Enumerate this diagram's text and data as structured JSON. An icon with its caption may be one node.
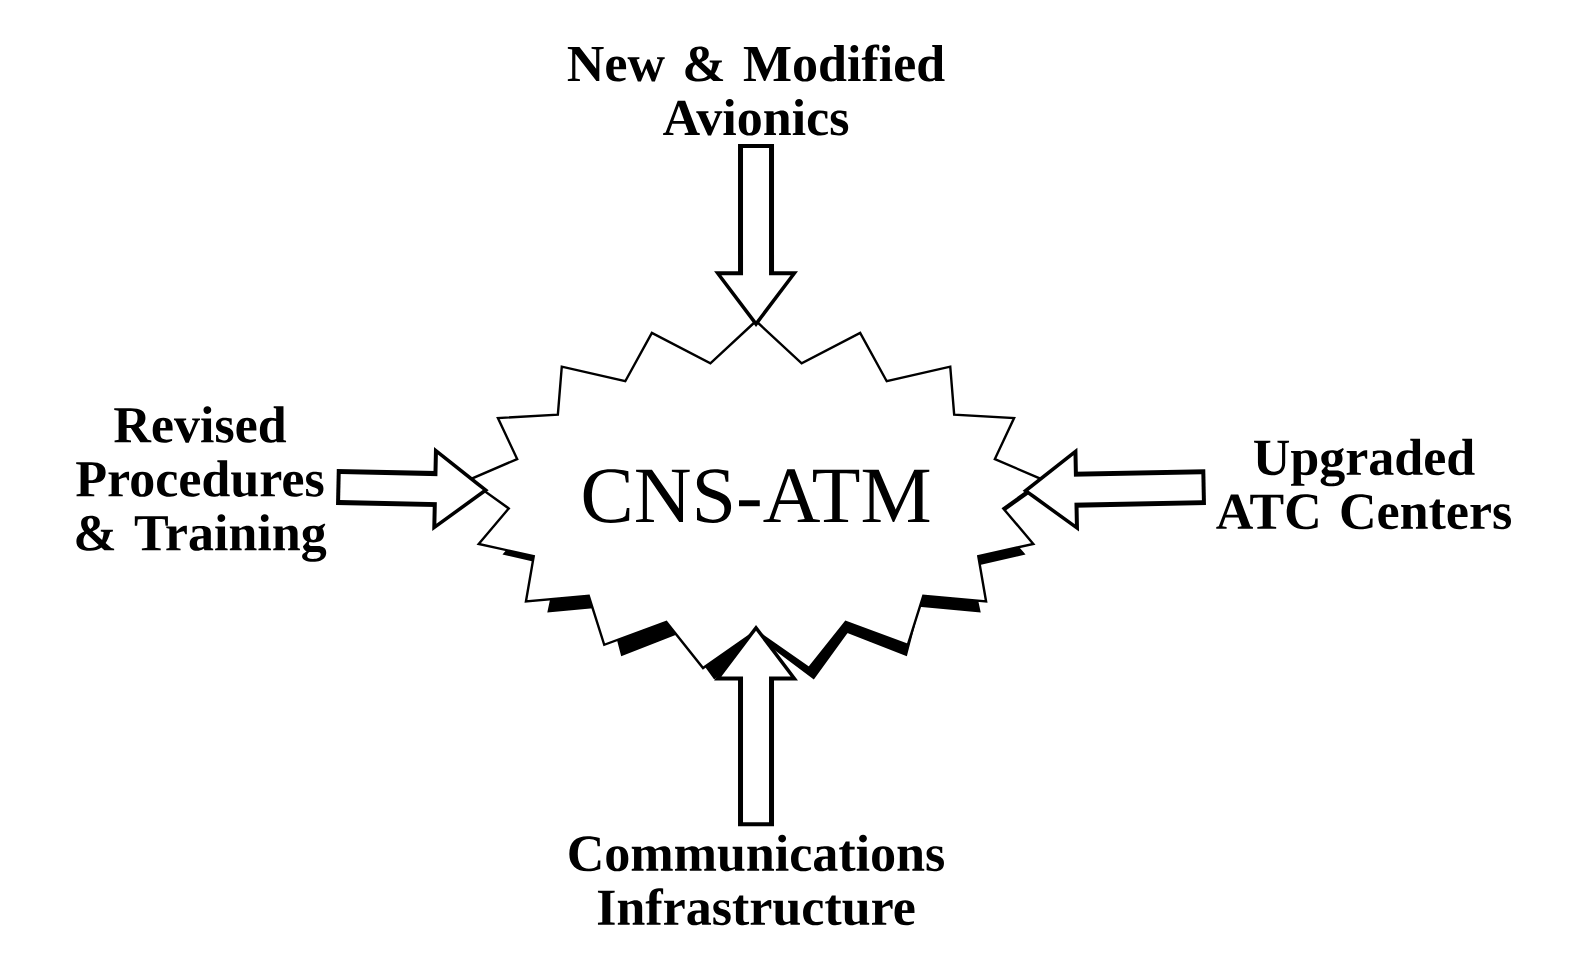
{
  "diagram": {
    "nodes": [
      {
        "text": [
          "CNS-ATM"
        ]
      },
      {
        "text": [
          "New & Modified Avionics"
        ]
      },
      {
        "text": [
          "Revised Procedures & Training"
        ]
      },
      {
        "text": [
          "Upgraded ATC Centers"
        ]
      },
      {
        "text": [
          "Communications Infrastructure"
        ]
      }
    ],
    "edges": [
      {
        "from": 1,
        "to": 0,
        "arrow": "to"
      },
      {
        "from": 2,
        "to": 0,
        "arrow": "to"
      },
      {
        "from": 3,
        "to": 0,
        "arrow": "to"
      },
      {
        "from": 4,
        "to": 0,
        "arrow": "to"
      }
    ]
  }
}
